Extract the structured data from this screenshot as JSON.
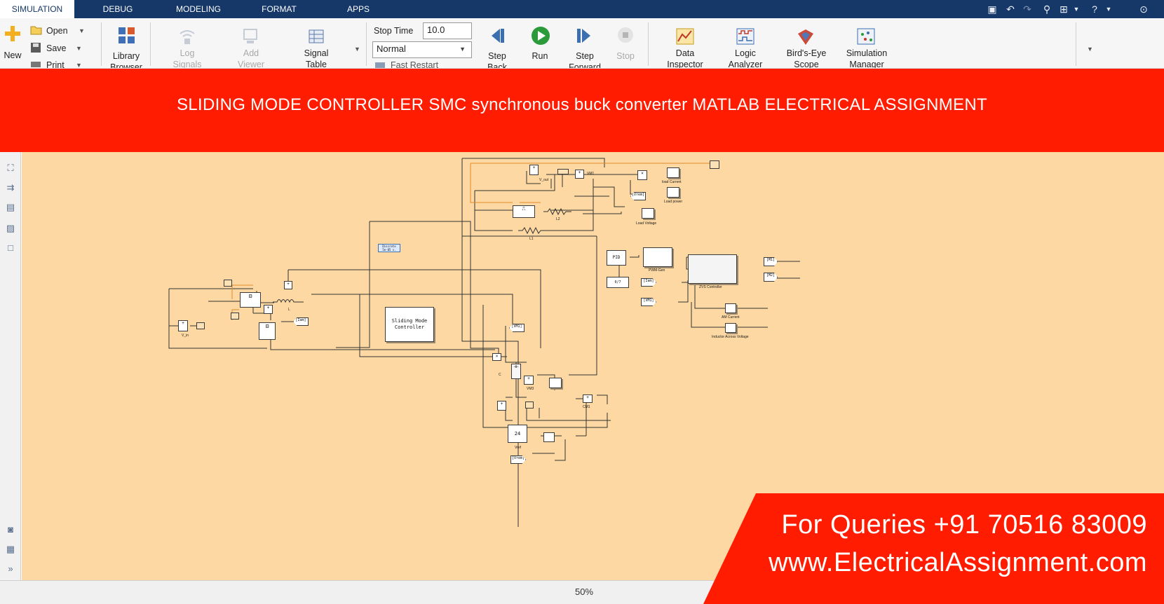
{
  "tabs": [
    "SIMULATION",
    "DEBUG",
    "MODELING",
    "FORMAT",
    "APPS"
  ],
  "active_tab": "SIMULATION",
  "toolbar": {
    "file": {
      "new": "New",
      "open": "Open",
      "save": "Save",
      "print": "Print"
    },
    "library": [
      "Library",
      "Browser"
    ],
    "log_signals": [
      "Log",
      "Signals"
    ],
    "add_viewer": [
      "Add",
      "Viewer"
    ],
    "signal_table": [
      "Signal",
      "Table"
    ],
    "stop_time_label": "Stop Time",
    "stop_time_value": "10.0",
    "sim_mode": "Normal",
    "fast_restart": "Fast Restart",
    "step_back": [
      "Step",
      "Back"
    ],
    "run": "Run",
    "step_forward": [
      "Step",
      "Forward"
    ],
    "stop": "Stop",
    "data_inspector": [
      "Data",
      "Inspector"
    ],
    "logic_analyzer": [
      "Logic",
      "Analyzer"
    ],
    "birds_eye": [
      "Bird's-Eye",
      "Scope"
    ],
    "sim_manager": [
      "Simulation",
      "Manager"
    ]
  },
  "banner": "SLIDING MODE CONTROLLER SMC synchronous buck converter MATLAB ELECTRICAL ASSIGNMENT",
  "model": {
    "sliding_mode_block": [
      "Sliding Mode",
      "Controller"
    ],
    "discrete": [
      "Discrete",
      "5e-05 s."
    ],
    "pid": "PID",
    "gain_block": "0/7",
    "pwm_gen": "PWM-Gen",
    "zvs_controller": "ZVS Controller",
    "vref_value": "24",
    "labels": {
      "v_out": "V_out",
      "vm1": "VM1",
      "vm3": "VM3",
      "cm1": "CM1",
      "l": "L",
      "l1": "L1",
      "l2": "L2",
      "c": "C",
      "v_in": "V_in",
      "vref": "Vref",
      "load_current": "load Current",
      "load_power": "Load power",
      "load_voltage": "Load Voltage",
      "am_current": "AM Current",
      "inductor_voltage": "Inductor Across Voltage"
    },
    "tags": {
      "vrem": "[Vrem]",
      "iam": "[Iam]",
      "vm1": "[VM1]",
      "m1": "[M1]",
      "m2": "[M2]",
      "vm1b": "[VM1]",
      "vrem_in": "[Vrem]"
    }
  },
  "status": {
    "zoom": "50%"
  },
  "contact": {
    "phone_line": "For Queries +91 70516 83009",
    "website": "www.ElectricalAssignment.com"
  },
  "colors": {
    "ribbon_tabs": "#163868",
    "banner": "#ff1c00",
    "canvas": "#fdd8a2"
  }
}
